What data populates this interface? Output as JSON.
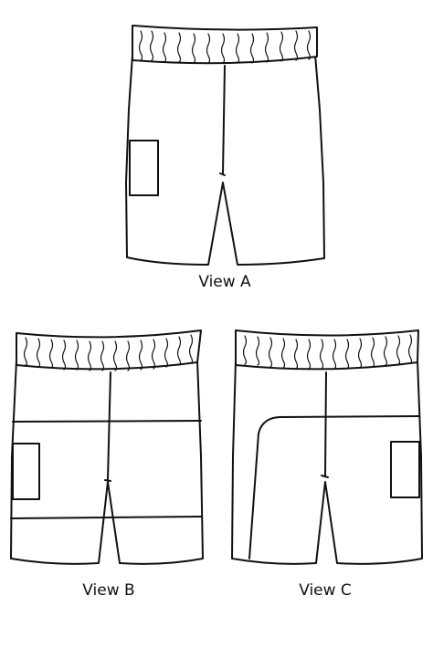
{
  "views": [
    {
      "id": "a",
      "label": "View A"
    },
    {
      "id": "b",
      "label": "View B"
    },
    {
      "id": "c",
      "label": "View C"
    }
  ]
}
